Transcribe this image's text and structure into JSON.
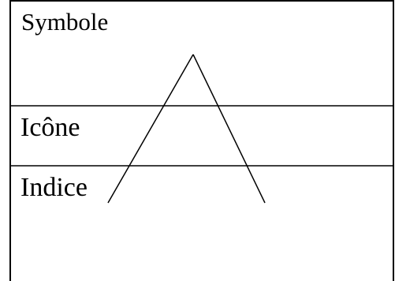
{
  "labels": {
    "symbole": "Symbole",
    "icone": "Icône",
    "indice": "Indice"
  },
  "colors": {
    "line": "#000000",
    "background": "#ffffff"
  }
}
